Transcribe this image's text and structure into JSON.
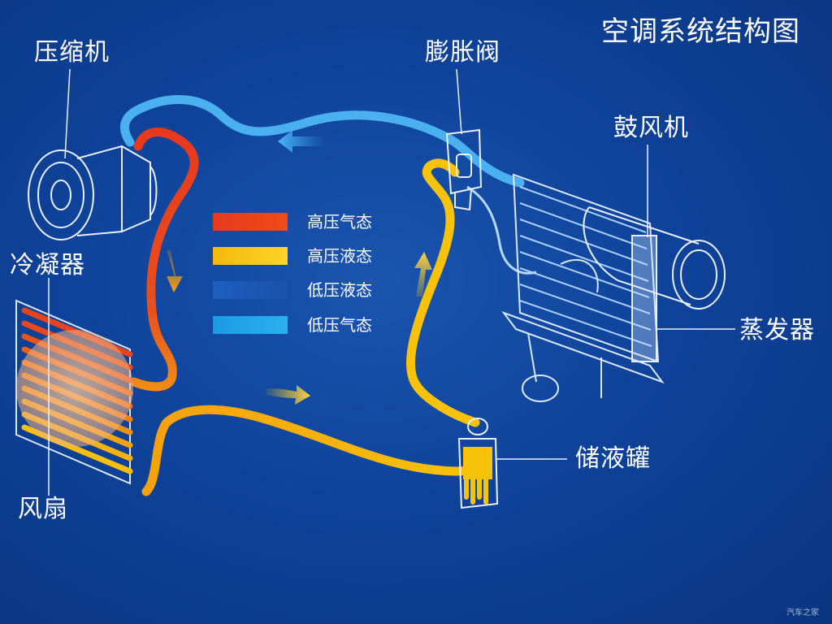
{
  "title": "空调系统结构图",
  "labels": {
    "compressor": "压缩机",
    "expansion_valve": "膨胀阀",
    "blower": "鼓风机",
    "condenser": "冷凝器",
    "evaporator": "蒸发器",
    "receiver_drier": "储液罐",
    "fan": "风扇"
  },
  "legend": [
    {
      "label": "高压气态",
      "color": "#e8391e"
    },
    {
      "label": "高压液态",
      "color": "#f9c20a"
    },
    {
      "label": "低压液态",
      "color": "#1b58b8"
    },
    {
      "label": "低压气态",
      "color": "#1fa0e6"
    }
  ],
  "watermark": "汽车之家"
}
